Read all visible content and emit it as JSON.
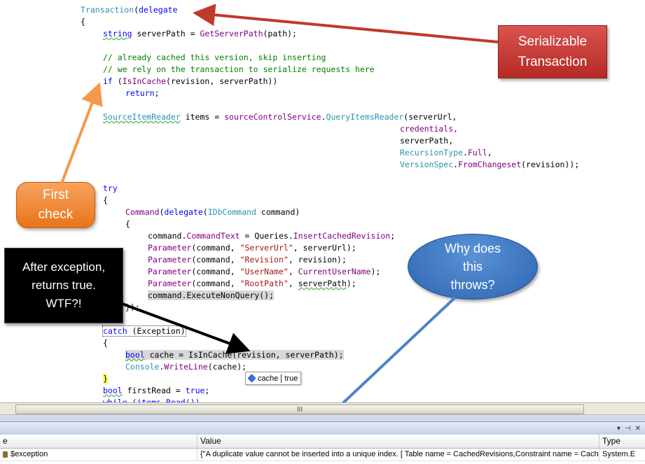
{
  "code": {
    "transaction_kw": "Transaction",
    "delegate_kw": "delegate",
    "open_paren": "(",
    "brace_open": "{",
    "string_kw": "string",
    "server_path_decl": " serverPath = ",
    "get_server_path": "GetServerPath",
    "get_server_path_args": "(path);",
    "comment1": "// already cached this version, skip inserting",
    "comment2": "// we rely on the transaction to serialize requests here",
    "if_kw": "if",
    "if_open": " (",
    "is_in_cache": "IsInCache",
    "is_in_cache_args": "(revision, serverPath))",
    "return_kw": "return",
    "semicolon": ";",
    "source_item_reader": "SourceItemReader",
    "items_decl": " items = ",
    "source_control_service": "sourceControlService",
    "dot": ".",
    "query_items_reader": "QueryItemsReader",
    "server_url_arg": "(serverUrl,",
    "credentials_arg": "credentials,",
    "server_path_arg": "serverPath,",
    "recursion_type": "RecursionType",
    "full_member": "Full",
    "comma": ",",
    "version_spec": "VersionSpec",
    "from_changeset": "FromChangeset",
    "from_changeset_args": "(revision));",
    "try_kw": "try",
    "command_fn": "Command",
    "idb_command": "IDbCommand",
    "command_param": " command)",
    "command_var": "command",
    "command_text": "CommandText",
    "assign_queries": " = Queries.",
    "insert_cached_revision": "InsertCachedRevision",
    "parameter_fn": "Parameter",
    "param_open": "(command, ",
    "str_server_url": "\"ServerUrl\"",
    "str_revision": "\"Revision\"",
    "str_user_name": "\"UserName\"",
    "str_root_path": "\"RootPath\"",
    "arg_server_url": ", serverUrl);",
    "arg_revision": ", revision);",
    "arg_sep": ", ",
    "current_user_name": "CurrentUserName",
    "arg_close": ");",
    "arg_server_path_sep": ", ",
    "server_path_var": "serverPath",
    "execute_non_query": "command.ExecuteNonQuery();",
    "close_command": "});",
    "catch_kw": "catch",
    "exception_clause": " (Exception)",
    "bool_kw": "bool",
    "cache_decl": " cache = IsInCache(revision, serverPath);",
    "console": "Console",
    "write_line": "WriteLine",
    "write_line_args": "(cache);",
    "brace_close": "}",
    "first_read_decl": " firstRead = ",
    "true_kw": "true",
    "while_line": "while (items.Read())"
  },
  "callouts": {
    "serializable": "Serializable\nTransaction",
    "first_check": "First\ncheck",
    "after_exception": "After exception,\nreturns true.\nWTF?!",
    "why_throws": "Why does\nthis\nthrows?"
  },
  "tooltip": {
    "name": "cache",
    "value": "true"
  },
  "scrollbar": {
    "grip": "III"
  },
  "panel": {
    "buttons": [
      "▾",
      "⊣",
      "✕"
    ]
  },
  "locals": {
    "columns": [
      "e",
      "Value",
      "Type"
    ],
    "row": {
      "name": "$exception",
      "value": "{\"A duplicate value cannot be inserted into a unique index. [ Table name = CachedRevisions,Constraint name = Cached",
      "type": "System.E"
    }
  },
  "colors": {
    "keyword": "#0000ff",
    "type": "#2b91af",
    "comment": "#008000",
    "string": "#a31515",
    "member": "#800080",
    "red_arrow": "#c0392b",
    "orange_arrow": "#f39a4b",
    "blue_arrow": "#4a84c8"
  }
}
